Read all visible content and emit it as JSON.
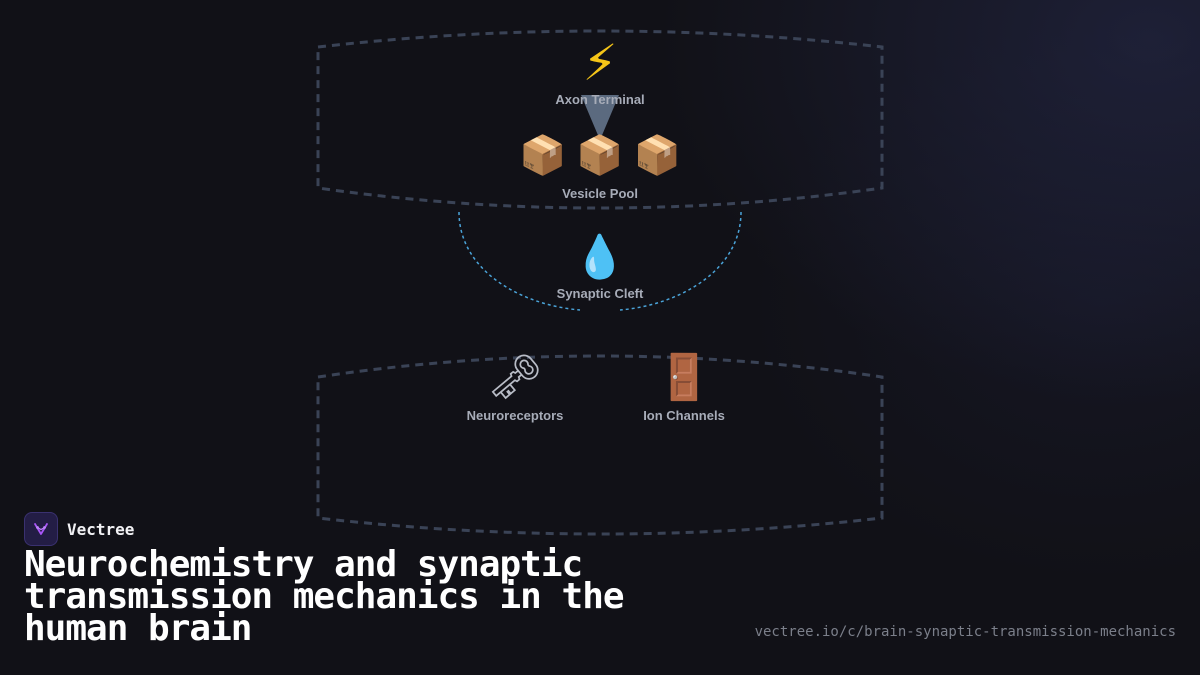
{
  "diagram": {
    "nodes": {
      "axon_terminal": {
        "icon": "lightning-icon",
        "glyph": "⚡",
        "label": "Axon Terminal"
      },
      "vesicle_pool": {
        "icon": "package-icon",
        "glyph": "📦📦📦",
        "label": "Vesicle Pool"
      },
      "synaptic_cleft": {
        "icon": "droplet-icon",
        "glyph": "💧",
        "label": "Synaptic Cleft"
      },
      "neuroreceptors": {
        "icon": "key-icon",
        "glyph": "🗝",
        "label": "Neuroreceptors"
      },
      "ion_channels": {
        "icon": "door-icon",
        "glyph": "🚪",
        "label": "Ion Channels"
      }
    },
    "colors": {
      "region_border": "#3a4356",
      "cleft_arc": "#4aa3d8",
      "connector": "#64748b",
      "lightning": "#f5c518",
      "droplet": "#3fa9e6",
      "key": "#b8bcc6",
      "door": "#b5652e"
    }
  },
  "branding": {
    "name": "Vectree",
    "logo_icon": "vectree-logo-icon",
    "logo_color": "#a855f7"
  },
  "footer": {
    "title": "Neurochemistry and synaptic transmission mechanics in the human brain",
    "url": "vectree.io/c/brain-synaptic-transmission-mechanics"
  }
}
